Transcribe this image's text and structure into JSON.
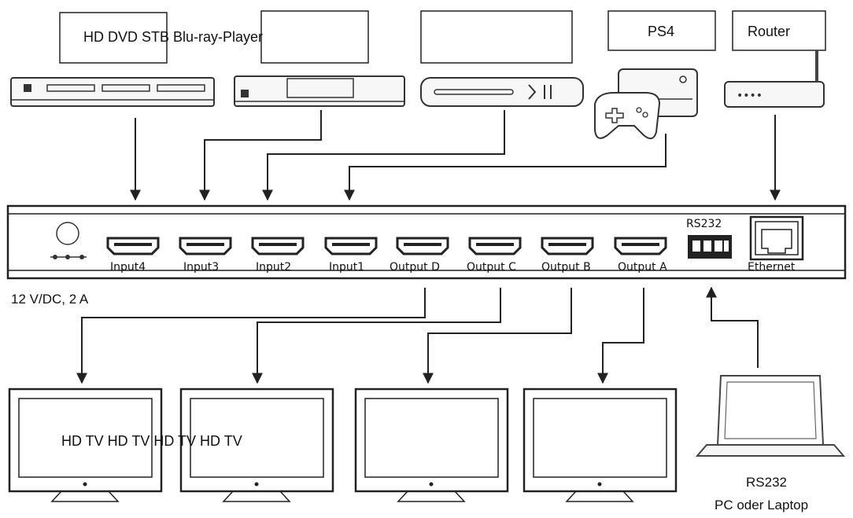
{
  "source_labels": {
    "box1": "HD DVD  STB  Blu-ray-Player",
    "box2": "",
    "box3": "",
    "box4": "PS4",
    "box5": "Router"
  },
  "ports": {
    "input4": "Input4",
    "input3": "Input3",
    "input2": "Input2",
    "input1": "Input1",
    "output_d": "Output D",
    "output_c": "Output C",
    "output_b": "Output B",
    "output_a": "Output A",
    "rs232": "RS232",
    "ethernet": "Ethernet"
  },
  "power": "12 V/DC, 2 A",
  "tv_labels": "HD TV  HD TV  HD TV  HD TV",
  "pc": {
    "line1": "RS232",
    "line2": "PC oder Laptop"
  }
}
